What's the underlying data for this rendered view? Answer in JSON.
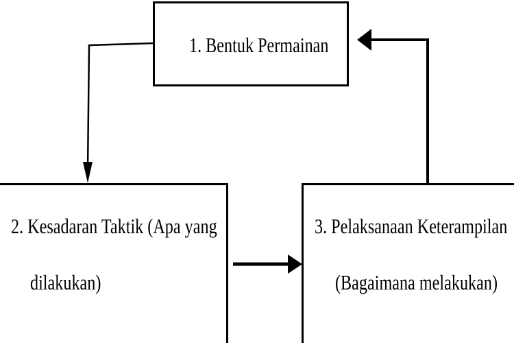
{
  "diagram": {
    "nodes": [
      {
        "id": "bentuk-permainan",
        "label": "1.  Bentuk Permainan"
      },
      {
        "id": "kesadaran-taktik",
        "line1": "2. Kesadaran Taktik (Apa yang",
        "line2": "dilakukan)"
      },
      {
        "id": "pelaksanaan-keterampilan",
        "line1": "3. Pelaksanaan Keterampilan",
        "line2": "(Bagaimana melakukan)"
      }
    ],
    "edges": [
      {
        "from": "bentuk-permainan",
        "to": "kesadaran-taktik"
      },
      {
        "from": "kesadaran-taktik",
        "to": "pelaksanaan-keterampilan"
      },
      {
        "from": "pelaksanaan-keterampilan",
        "to": "bentuk-permainan"
      }
    ],
    "colors": {
      "stroke": "#000000",
      "background": "#ffffff"
    }
  }
}
